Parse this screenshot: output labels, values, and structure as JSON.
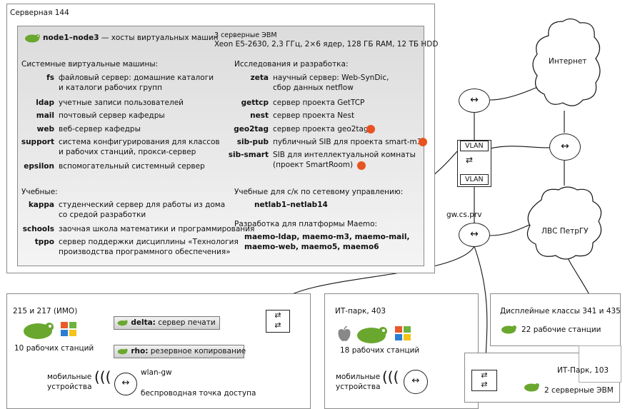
{
  "server_room": {
    "title": "Серверная 144",
    "hosts": {
      "name": "node1–node3",
      "desc": " — хосты виртуальных машин"
    },
    "evm": {
      "line1": "3 серверные ЭВМ",
      "line2": "Xeon E5-2630, 2,3 ГГц, 2×6 ядер, 128 ГБ RAM, 12 ТБ HDD"
    },
    "system_vm_heading": "Системные виртуальные машины:",
    "system_vms": [
      {
        "name": "fs",
        "desc1": "файловый сервер: домашние каталоги",
        "desc2": "и каталоги рабочих групп"
      },
      {
        "name": "ldap",
        "desc1": "учетные записи пользователей",
        "desc2": ""
      },
      {
        "name": "mail",
        "desc1": "почтовый сервер кафедры",
        "desc2": ""
      },
      {
        "name": "web",
        "desc1": "веб-сервер кафедры",
        "desc2": ""
      },
      {
        "name": "support",
        "desc1": "система конфигурирования для классов",
        "desc2": "и рабочих станций, прокси-сервер"
      },
      {
        "name": "epsilon",
        "desc1": "вспомогательный системный сервер",
        "desc2": ""
      }
    ],
    "edu_heading": "Учебные:",
    "edu_vms": [
      {
        "name": "kappa",
        "desc1": "студенческий сервер для работы из дома",
        "desc2": "со средой разработки"
      },
      {
        "name": "schools",
        "desc1": "заочная школа математики и программирования",
        "desc2": ""
      },
      {
        "name": "tppo",
        "desc1": "сервер поддержки дисциплины «Технология",
        "desc2": "производства программного обеспечения»"
      }
    ],
    "research_heading": "Исследования и разработка:",
    "research_vms": [
      {
        "name": "zeta",
        "desc1": "научный сервер: Web-SynDic,",
        "desc2": "сбор данных netflow"
      },
      {
        "name": "gettcp",
        "desc1": "сервер проекта GetTCP",
        "desc2": ""
      },
      {
        "name": "nest",
        "desc1": "сервер проекта Nest",
        "desc2": ""
      },
      {
        "name": "geo2tag",
        "desc1": "сервер проекта geo2tag",
        "desc2": ""
      },
      {
        "name": "sib-pub",
        "desc1": "публичный SIB для проекта smart-m3",
        "desc2": ""
      },
      {
        "name": "sib-smart",
        "desc1": "SIB для интеллектуальной комнаты",
        "desc2": "(проект SmartRoom)"
      }
    ],
    "netlab_heading": "Учебные для с/к по сетевому управлению:",
    "netlab": "netlab1–netlab14",
    "maemo_heading": "Разработка для платформы Maemo:",
    "maemo_line1": "maemo-ldap, maemo-m3, maemo-mail,",
    "maemo_line2": "maemo-web, maemo5, maemo6"
  },
  "network": {
    "vlan_top": "VLAN",
    "vlan_bottom": "VLAN",
    "gateway": "gw.cs.prv",
    "internet": "Интернет",
    "lan": "ЛВС ПетрГУ"
  },
  "imo": {
    "title": "215 и 217 (ИМО)",
    "workstations": "10 рабочих станций",
    "delta_name": "delta:",
    "delta_desc": " сервер печати",
    "rho_name": "rho:",
    "rho_desc": " резервное копирование",
    "mobile_line1": "мобильные",
    "mobile_line2": "устройства",
    "wlan": "wlan-gw",
    "ap": "беспроводная точка доступа"
  },
  "itpark403": {
    "title": "ИТ-парк, 403",
    "workstations": "18 рабочих станций",
    "mobile_line1": "мобильные",
    "mobile_line2": "устройства"
  },
  "display_classes": {
    "title": "Дисплейные классы 341 и 435",
    "workstations": "22 рабочие станции"
  },
  "itpark103": {
    "title": "ИТ-Парк, 103",
    "servers": "2 серверные ЭВМ"
  }
}
